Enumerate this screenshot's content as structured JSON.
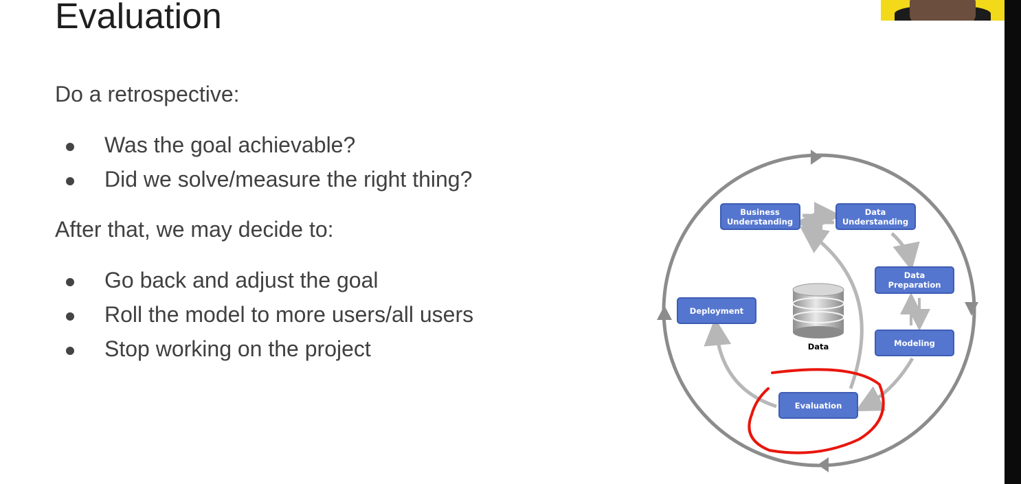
{
  "slide": {
    "title": "Evaluation",
    "intro": "Do a retrospective:",
    "retro_bullets": [
      "Was the goal achievable?",
      "Did we solve/measure the right thing?"
    ],
    "after": "After that, we may decide to:",
    "decision_bullets": [
      "Go back and adjust the goal",
      "Roll the model to more users/all users",
      "Stop working on the project"
    ]
  },
  "diagram": {
    "nodes": {
      "business": [
        "Business",
        "Understanding"
      ],
      "data_understanding": [
        "Data",
        "Understanding"
      ],
      "data_preparation": [
        "Data",
        "Preparation"
      ],
      "modeling": "Modeling",
      "evaluation": "Evaluation",
      "deployment": "Deployment",
      "data": "Data"
    },
    "colors": {
      "node_fill": "#5576cf",
      "node_border": "#3d5cb4",
      "arrow": "#b7b7b7",
      "outer_ring": "#8c8c8c",
      "highlight": "#e8160c"
    }
  },
  "webcam": {
    "icon": "presenter-video-thumbnail"
  }
}
